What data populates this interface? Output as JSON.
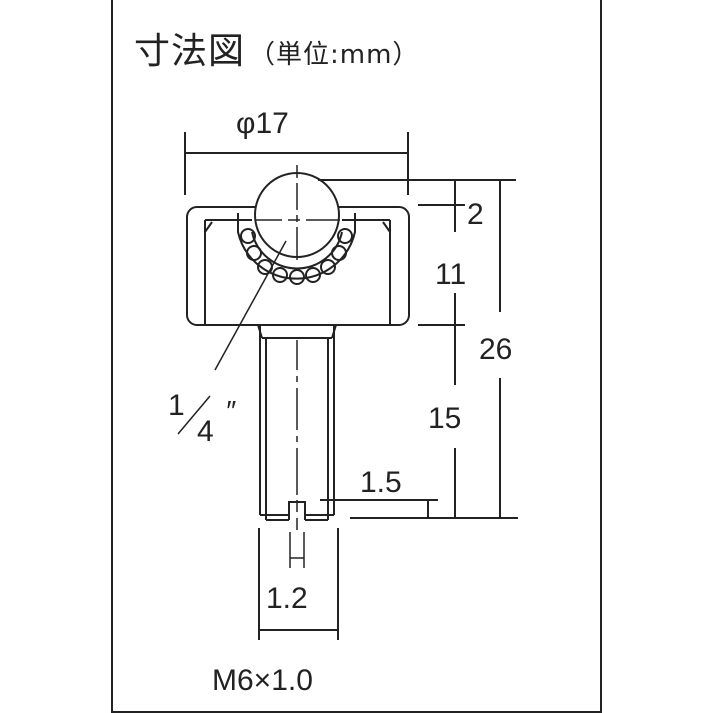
{
  "title": {
    "main": "寸法図",
    "unit": "（単位:mm）"
  },
  "dimensions": {
    "diameter": "φ17",
    "ball_protrusion": "2",
    "body_height": "11",
    "total_height": "26",
    "stud_length": "15",
    "slot_depth": "1.5",
    "slot_width": "1.2",
    "thread": "M6×1.0",
    "ball_size_numerator": "1",
    "ball_size_denominator": "4",
    "ball_size_unit": "″"
  },
  "colors": {
    "line": "#222222",
    "background": "#ffffff"
  }
}
